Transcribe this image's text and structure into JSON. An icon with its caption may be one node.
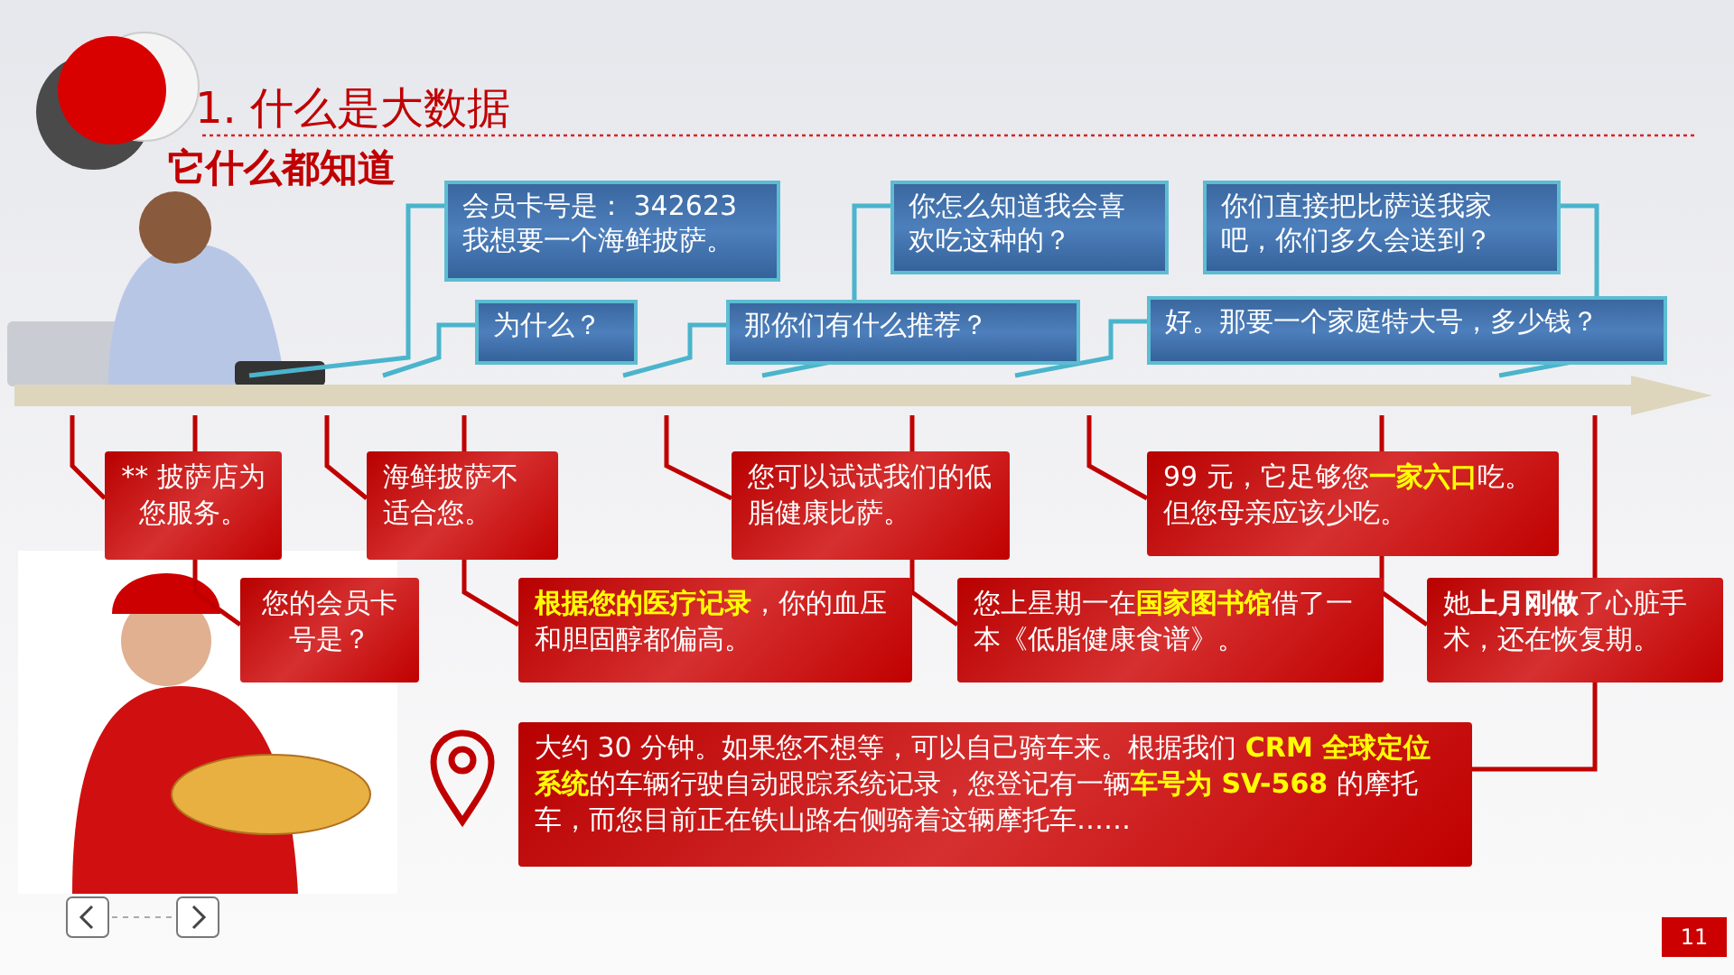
{
  "diagram": {
    "title": "1. 什么是大数据",
    "nodes": [
      {
        "text": [],
        "shape": "arrow"
      },
      {
        "text": [
          "会员卡号是： 342623我想要一个海鲜披萨。"
        ]
      },
      {
        "text": [
          "为什么？"
        ]
      },
      {
        "text": [
          "那你们有什么推荐？"
        ]
      },
      {
        "text": [
          "你怎么知道我会喜欢吃这种的？"
        ]
      },
      {
        "text": [
          "好。那要一个家庭特大号，多少钱？"
        ]
      },
      {
        "text": [
          "你们直接把比萨送我家吧，你们多久会送到？"
        ]
      },
      {
        "text": [
          "** 披萨店为您服务。"
        ]
      },
      {
        "text": [
          "海鲜披萨不适合您。"
        ]
      },
      {
        "text": [
          "您的会员卡号是？"
        ]
      },
      {
        "text": [
          "**根据您的医疗记录**，你的血压和胆固醇都偏高。"
        ]
      },
      {
        "text": [
          "您可以试试我们的低脂健康比萨。"
        ]
      },
      {
        "text": [
          "您上星期一在**国家图书馆**借了一本《低脂健康食谱》。"
        ]
      },
      {
        "text": [
          "99 元，它足够您**一家六口**吃。但您母亲应该少吃。"
        ]
      },
      {
        "text": [
          "她**上月刚做**了心脏手术，还在恢复期。"
        ]
      },
      {
        "text": [
          "大约 30 分钟。如果您不想等，可以自己骑车来。根据我们 **CRM 全球定位系统**的车辆行驶自动跟踪系统记录，您登记有一辆**车号为 SV-568** 的摩托车，而您目前正在铁山路右侧骑着这辆摩托车……"
        ]
      }
    ],
    "edges": [
      {
        "from": 0,
        "to": 1,
        "arrow": "none",
        "color": "#4bb4cc"
      },
      {
        "from": 0,
        "to": 2,
        "arrow": "none",
        "color": "#4bb4cc"
      },
      {
        "from": 0,
        "to": 3,
        "arrow": "none",
        "color": "#4bb4cc"
      },
      {
        "from": 0,
        "to": 4,
        "arrow": "none",
        "color": "#4bb4cc"
      },
      {
        "from": 0,
        "to": 5,
        "arrow": "none",
        "color": "#4bb4cc"
      },
      {
        "from": 0,
        "to": 6,
        "arrow": "none",
        "color": "#4bb4cc"
      },
      {
        "from": 0,
        "to": 7,
        "arrow": "none"
      },
      {
        "from": 0,
        "to": 8,
        "arrow": "none"
      },
      {
        "from": 0,
        "to": 9,
        "arrow": "none"
      },
      {
        "from": 0,
        "to": 10,
        "arrow": "none"
      },
      {
        "from": 0,
        "to": 11,
        "arrow": "none"
      },
      {
        "from": 0,
        "to": 12,
        "arrow": "none"
      },
      {
        "from": 0,
        "to": 13,
        "arrow": "none"
      },
      {
        "from": 0,
        "to": 14,
        "arrow": "none"
      },
      {
        "from": 0,
        "to": 15,
        "arrow": "none"
      }
    ],
    "labels": [
      "它什么都知道",
      "11"
    ]
  }
}
